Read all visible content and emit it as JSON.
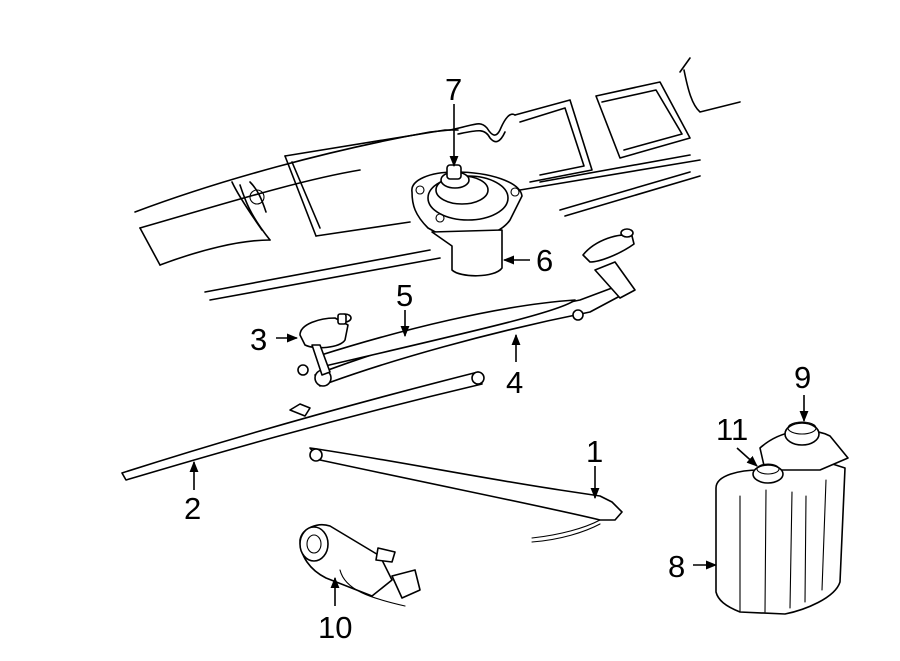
{
  "diagram": {
    "callouts": [
      {
        "id": "c1",
        "label": "1"
      },
      {
        "id": "c2",
        "label": "2"
      },
      {
        "id": "c3",
        "label": "3"
      },
      {
        "id": "c4",
        "label": "4"
      },
      {
        "id": "c5",
        "label": "5"
      },
      {
        "id": "c6",
        "label": "6"
      },
      {
        "id": "c7",
        "label": "7"
      },
      {
        "id": "c8",
        "label": "8"
      },
      {
        "id": "c9",
        "label": "9"
      },
      {
        "id": "c10",
        "label": "10"
      },
      {
        "id": "c11",
        "label": "11"
      }
    ],
    "colors": {
      "ink": "#000000",
      "paper": "#ffffff"
    }
  }
}
